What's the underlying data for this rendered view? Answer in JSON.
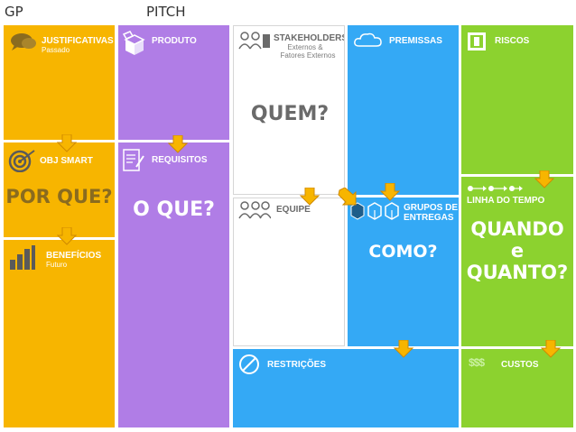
{
  "header": {
    "left": "GP",
    "right": "PITCH"
  },
  "blocks": {
    "justificativas": {
      "title": "JUSTIFICATIVAS",
      "subtitle": "Passado"
    },
    "obj_smart": {
      "title": "OBJ SMART"
    },
    "por_que": "POR QUE?",
    "beneficios": {
      "title": "BENEFÍCIOS",
      "subtitle": "Futuro"
    },
    "produto": {
      "title": "PRODUTO"
    },
    "requisitos": {
      "title": "REQUISITOS"
    },
    "o_que": "O QUE?",
    "stakeholders": {
      "title": "STAKEHOLDERS",
      "line2": "Externos &",
      "line3": "Fatores Externos"
    },
    "quem": "QUEM?",
    "equipe": {
      "title": "EQUIPE"
    },
    "premissas": {
      "title": "PREMISSAS"
    },
    "grupos": {
      "title_line1": "GRUPOS DE",
      "title_line2": "ENTREGAS"
    },
    "como": "COMO?",
    "restricoes": {
      "title": "RESTRIÇÕES"
    },
    "riscos": {
      "title": "RISCOS"
    },
    "linha_tempo": {
      "title": "LINHA DO TEMPO"
    },
    "quando": {
      "line1": "QUANDO",
      "line2": "e",
      "line3": "QUANTO?"
    },
    "custos": {
      "title": "CUSTOS",
      "icon_text": "$$$"
    }
  },
  "colors": {
    "yellow": "#f7b500",
    "purple": "#b07de6",
    "blue": "#34a9f5",
    "green": "#8cd22f",
    "arrow": "#f7b500"
  }
}
